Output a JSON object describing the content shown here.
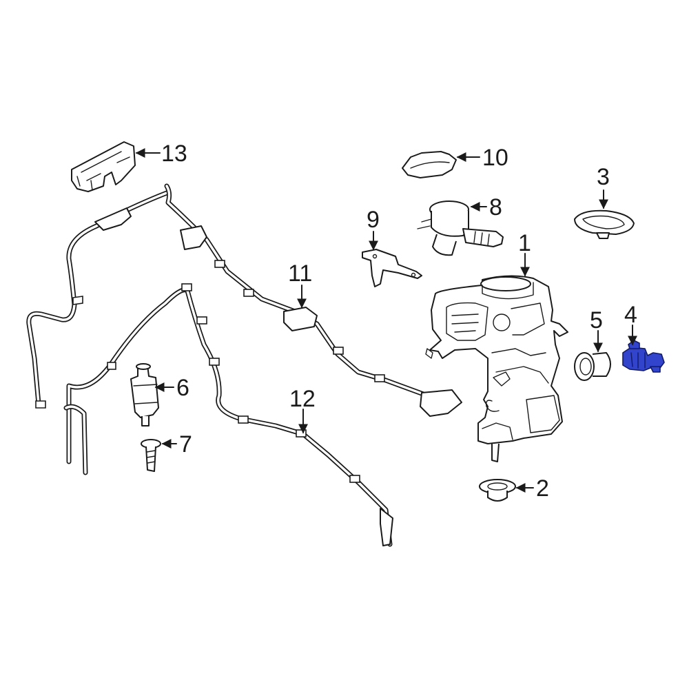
{
  "callouts": [
    {
      "id": "1",
      "label": "1"
    },
    {
      "id": "2",
      "label": "2"
    },
    {
      "id": "3",
      "label": "3"
    },
    {
      "id": "4",
      "label": "4",
      "highlighted": true
    },
    {
      "id": "5",
      "label": "5"
    },
    {
      "id": "6",
      "label": "6"
    },
    {
      "id": "7",
      "label": "7"
    },
    {
      "id": "8",
      "label": "8"
    },
    {
      "id": "9",
      "label": "9"
    },
    {
      "id": "10",
      "label": "10"
    },
    {
      "id": "11",
      "label": "11"
    },
    {
      "id": "12",
      "label": "12"
    },
    {
      "id": "13",
      "label": "13"
    }
  ],
  "colors": {
    "line": "#1a1a1a",
    "highlight": "#3344cc",
    "background": "#ffffff"
  }
}
